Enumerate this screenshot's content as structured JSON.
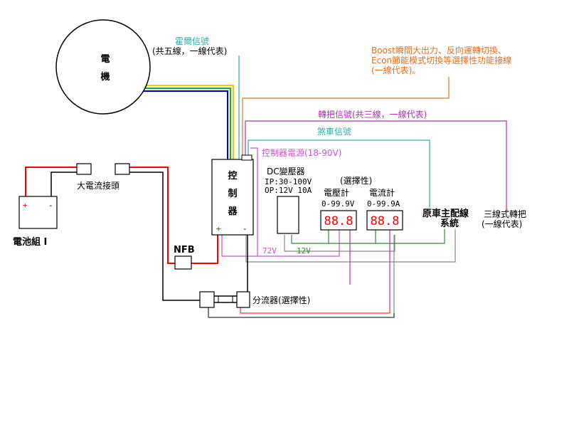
{
  "labels": {
    "motor_line1": "電",
    "motor_line2": "機",
    "hall_title": "霍爾信號",
    "hall_sub": "(共五線，一線代表)",
    "boost_line1": "Boost瞬間大出力、反向運轉切換、",
    "boost_line2": "Econ節能模式切換等選擇性功能接線",
    "boost_line3": "(一線代表)。",
    "throttle_signal": "轉把信號(共三線，一線代表)",
    "brake_signal": "煞車信號",
    "controller_power": "控制器電源(18-90V)",
    "controller_line1": "控",
    "controller_line2": "制",
    "controller_line3": "器",
    "plus": "+",
    "minus": "-",
    "dc_title": "DC變壓器",
    "dc_ip": "IP:30-100V",
    "dc_op": "OP:12V 10A",
    "optional": "(選擇性)",
    "voltmeter": "電壓計",
    "voltmeter_range": "0-99.9V",
    "ammeter": "電流計",
    "ammeter_range": "0-99.9A",
    "display_v": "88.8",
    "display_a": "88.8",
    "main_harness_line1": "原車主配線",
    "main_harness_line2": "系統",
    "throttle_line1": "三線式轉把",
    "throttle_line2": "(一線代表)",
    "big_connector": "大電流接頭",
    "battery": "電池組 I",
    "nfb": "NFB",
    "label_72v": "72V",
    "label_12v": "12V",
    "shunt": "分流器(選擇性)"
  },
  "colors": {
    "red": "#ff0000",
    "black": "#000000",
    "cyan": "#33aaaa",
    "orange": "#e07020",
    "purple": "#aa33aa",
    "magenta": "#cc55cc",
    "green": "#338833",
    "gray": "#888888",
    "blue": "#0000cc",
    "yellow": "#eecc00",
    "hall_green": "#22aa22"
  }
}
